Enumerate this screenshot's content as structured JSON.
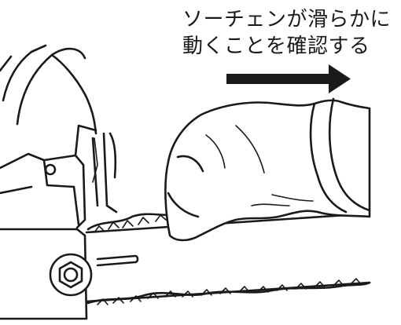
{
  "caption": {
    "line1": "ソーチェンが滑らかに",
    "line2": "動くことを確認する"
  },
  "arrow": {
    "direction": "right",
    "color": "#1a1a1a"
  },
  "icons": {
    "arrow": "arrow-right-icon",
    "glove": "gloved-hand-icon",
    "chainsaw": "chainsaw-icon"
  }
}
